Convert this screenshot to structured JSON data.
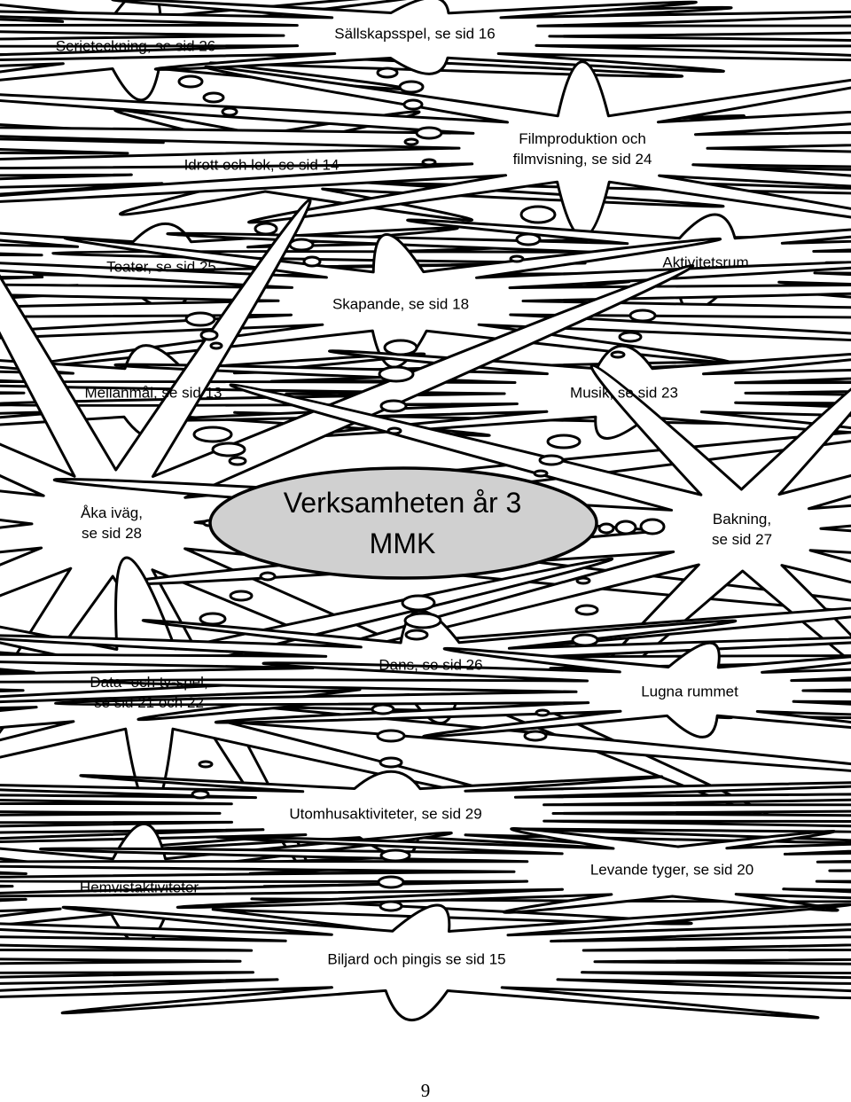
{
  "center": {
    "line1": "Verksamheten år 3",
    "line2": "MMK"
  },
  "clouds": {
    "serieteckning": "Serieteckning, se sid 26",
    "sallskapsspel": "Sällskapsspel, se sid 16",
    "idrott": "Idrott och lek, se sid 14",
    "film_l1": "Filmproduktion och",
    "film_l2": "filmvisning, se sid 24",
    "teater": "Teater, se sid 25",
    "aktivitetsrum": "Aktivitetsrum",
    "skapande": "Skapande, se sid 18",
    "mellanmal": "Mellanmål, se sid 13",
    "musik": "Musik, se sid 23",
    "aka_l1": "Åka iväg,",
    "aka_l2": "se sid 28",
    "bakning_l1": "Bakning,",
    "bakning_l2": "se sid 27",
    "data_l1": "Data- och tv-spel,",
    "data_l2": "se sid 21 och 22",
    "dans": "Dans, se sid 26",
    "lugna": "Lugna rummet",
    "utomhus": "Utomhusaktiviteter, se sid 29",
    "hemvist": "Hemvistaktiviteter",
    "levande": "Levande tyger, se sid 20",
    "biljard": "Biljard och pingis se sid 15"
  },
  "page": {
    "number": "9"
  }
}
